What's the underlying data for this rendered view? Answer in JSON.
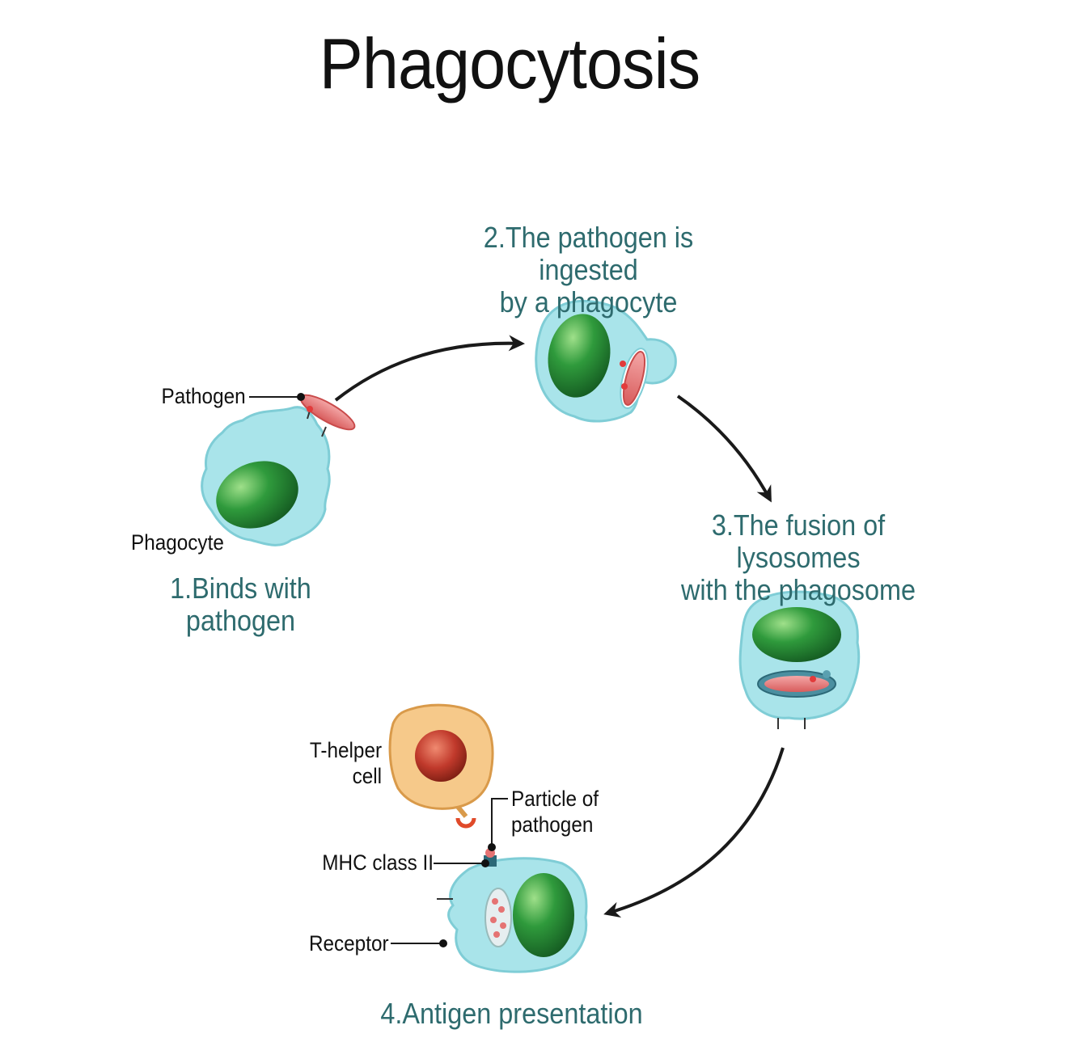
{
  "title": "Phagocytosis",
  "steps": {
    "step1_line1": "1.Binds with",
    "step1_line2": "pathogen",
    "step2_line1": "2.The pathogen is ingested",
    "step2_line2": "by a phagocyte",
    "step3_line1": "3.The fusion of lysosomes",
    "step3_line2": "with the phagosome",
    "step4": "4.Antigen presentation"
  },
  "labels": {
    "pathogen": "Pathogen",
    "phagocyte": "Phagocyte",
    "t_helper_line1": "T-helper",
    "t_helper_line2": "cell",
    "particle_line1": "Particle of",
    "particle_line2": "pathogen",
    "mhc": "MHC class II",
    "receptor": "Receptor"
  },
  "colors": {
    "cell_cytoplasm": "#a9e4ea",
    "nucleus": "#2f9a3c",
    "pathogen": "#e57373",
    "step_text": "#2e6b6e",
    "t_helper": "#f6c98a",
    "t_helper_nucleus": "#c0392b"
  }
}
